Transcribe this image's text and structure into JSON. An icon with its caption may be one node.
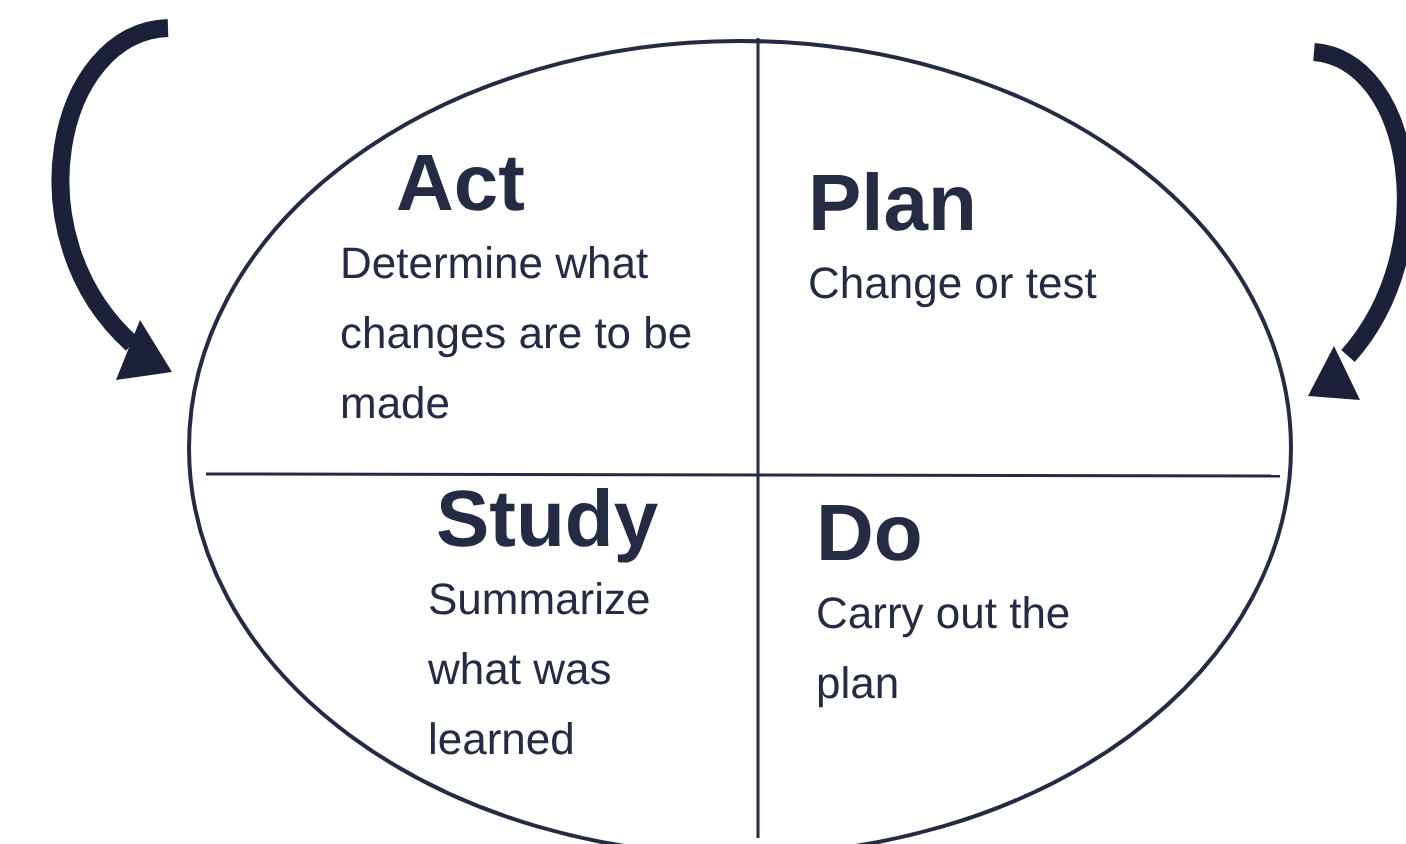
{
  "diagram": {
    "nodes": [
      {
        "text": [],
        "shape": "ellipse"
      },
      {
        "text": [
          "Act",
          "Determine what changes are to be made"
        ],
        "in": 0
      },
      {
        "text": [
          "Plan",
          "Change or test"
        ],
        "in": 0
      },
      {
        "text": [
          "Study",
          "Summarize what was learned"
        ],
        "in": 0
      },
      {
        "text": [
          "Do",
          "Carry out the plan"
        ],
        "in": 0
      }
    ]
  }
}
